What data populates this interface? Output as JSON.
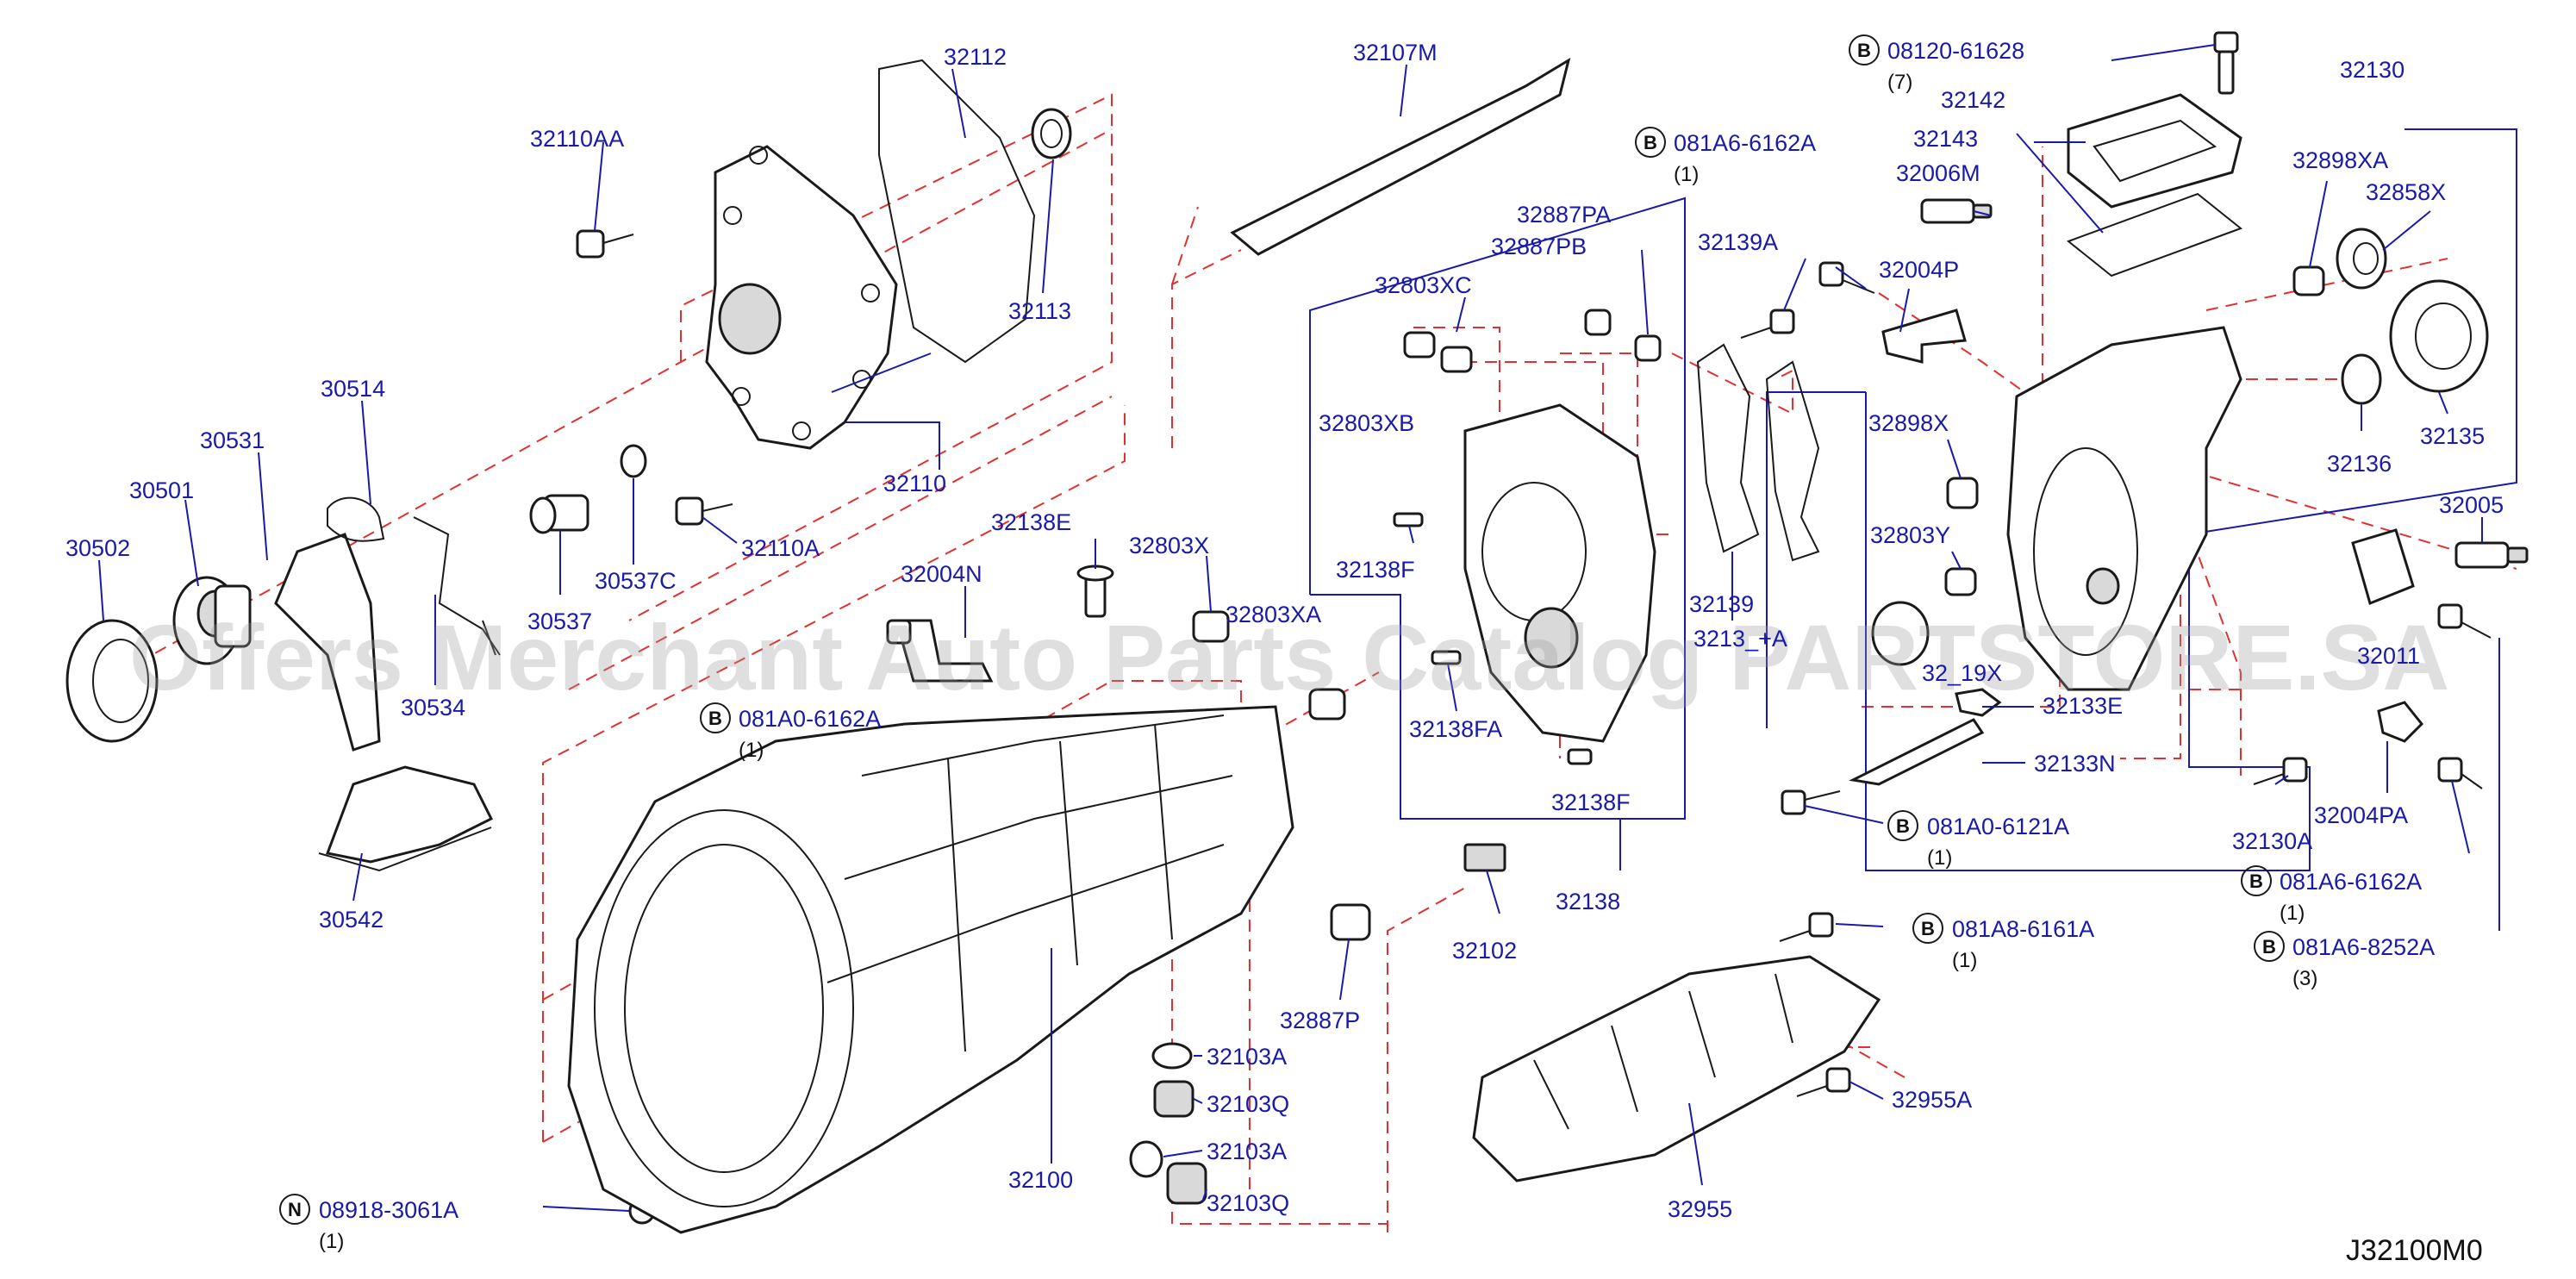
{
  "diagram": {
    "code": "J32100M0",
    "watermark": "Offers Merchant Auto Parts Catalog PARTSTORE.SA"
  },
  "labels": {
    "p32110AA": "32110AA",
    "p32112": "32112",
    "p32113": "32113",
    "p32110": "32110",
    "p32110A": "32110A",
    "p30514": "30514",
    "p30531": "30531",
    "p30501": "30501",
    "p30502": "30502",
    "p30537C": "30537C",
    "p30537": "30537",
    "p30534": "30534",
    "p30542": "30542",
    "p32138E": "32138E",
    "p32004N": "32004N",
    "p32803X": "32803X",
    "p32803XA": "32803XA",
    "p32107M": "32107M",
    "p32887PA": "32887PA",
    "p32887PB": "32887PB",
    "p32803XC": "32803XC",
    "p32803XB": "32803XB",
    "p32138F_a": "32138F",
    "p32138FA": "32138FA",
    "p32138F_b": "32138F",
    "p32138": "32138",
    "p32102": "32102",
    "p32139A": "32139A",
    "p32004P": "32004P",
    "p32139": "32139",
    "p32139_partial": "3213_+A",
    "p32143": "32143",
    "p32142": "32142",
    "p32006M": "32006M",
    "p32130": "32130",
    "p32898XA": "32898XA",
    "p32858X": "32858X",
    "p32898X": "32898X",
    "p32803Y": "32803Y",
    "p32819X_partial": "32_19X",
    "p32135": "32135",
    "p32136": "32136",
    "p32005": "32005",
    "p32011_partial": "32011",
    "p32133E": "32133E",
    "p32133N": "32133N",
    "p32130A": "32130A",
    "p32004PA": "32004PA",
    "p32887P": "32887P",
    "p32103A_a": "32103A",
    "p32103Q_a": "32103Q",
    "p32103A_b": "32103A",
    "p32103Q_b": "32103Q",
    "p32100": "32100",
    "p32955": "32955",
    "p32955A": "32955A"
  },
  "callouts": {
    "b_081A0_6162A": {
      "tag": "B",
      "code": "081A0-6162A",
      "qty": "(1)"
    },
    "b_081A6_6162A_top": {
      "tag": "B",
      "code": "081A6-6162A",
      "qty": "(1)"
    },
    "b_08120_61628": {
      "tag": "B",
      "code": "08120-61628",
      "qty": "(7)"
    },
    "b_081A0_6121A": {
      "tag": "B",
      "code": "081A0-6121A",
      "qty": "(1)"
    },
    "b_081A8_6161A": {
      "tag": "B",
      "code": "081A8-6161A",
      "qty": "(1)"
    },
    "b_081A6_6162A_right": {
      "tag": "B",
      "code": "081A6-6162A",
      "qty": "(1)"
    },
    "b_081A6_8252A": {
      "tag": "B",
      "code": "081A6-8252A",
      "qty": "(3)"
    },
    "n_08918_3061A": {
      "tag": "N",
      "code": "08918-3061A",
      "qty": "(1)"
    }
  }
}
